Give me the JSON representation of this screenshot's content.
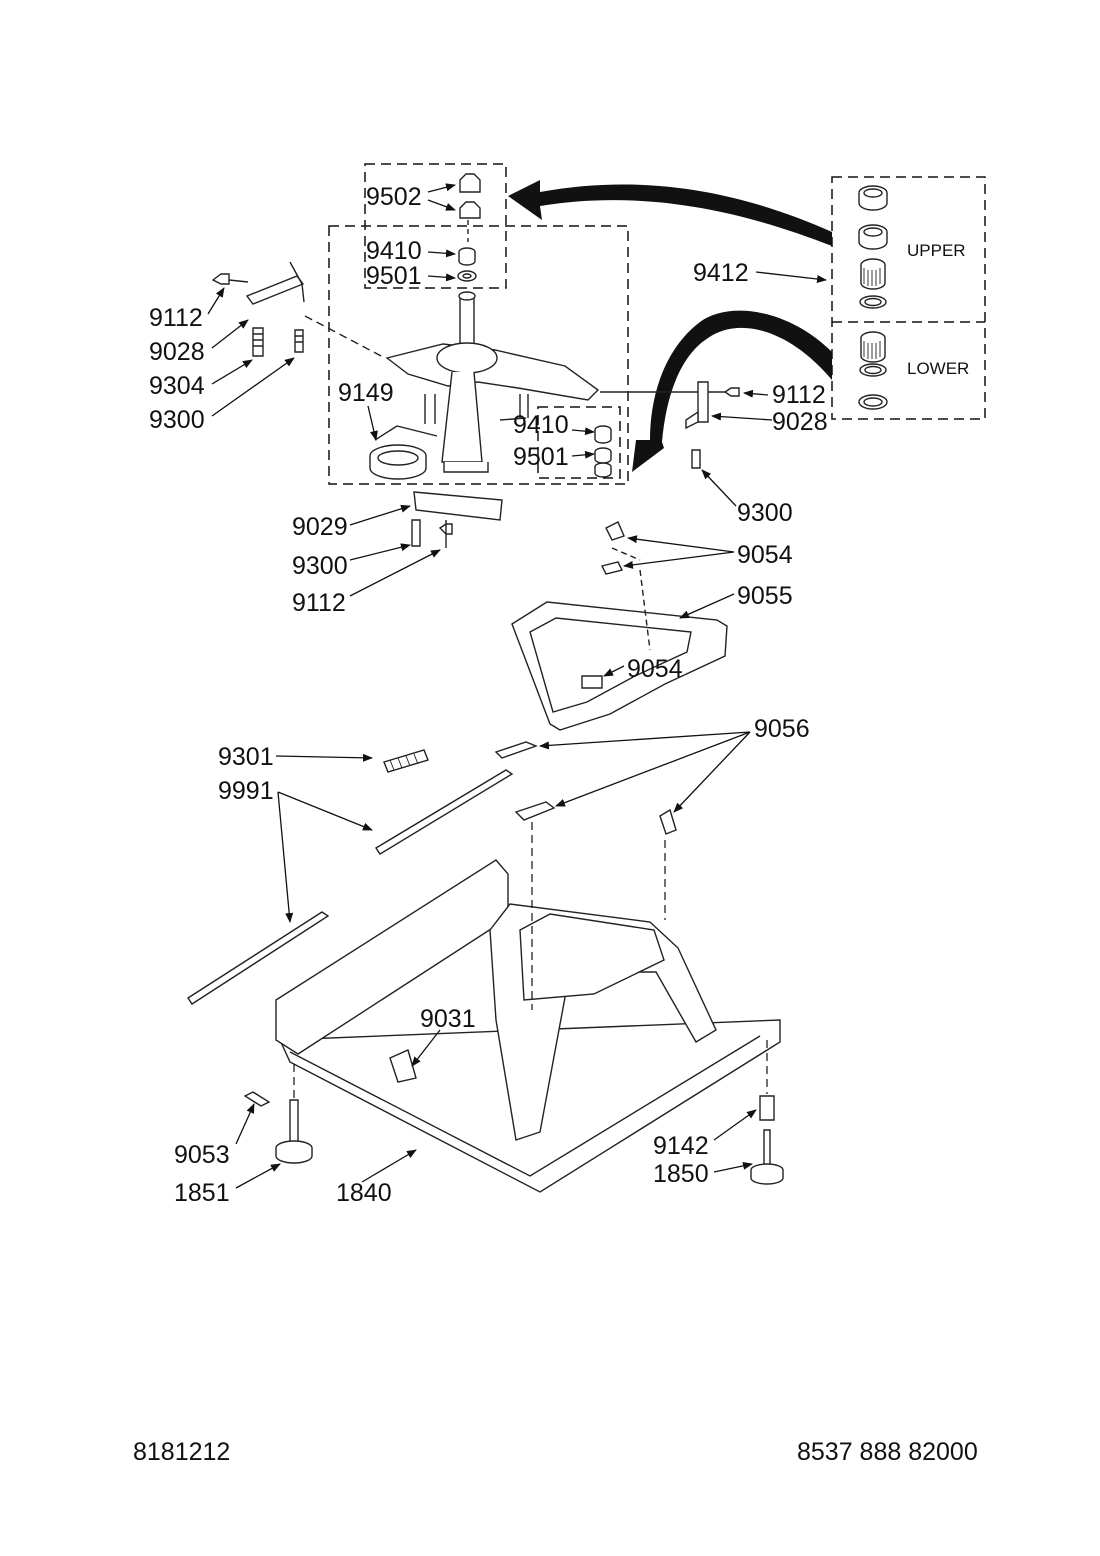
{
  "labels": {
    "p9502": "9502",
    "p9410_top": "9410",
    "p9501_top": "9501",
    "p9412": "9412",
    "upper": "UPPER",
    "lower": "LOWER",
    "p9112_left": "9112",
    "p9028_left": "9028",
    "p9304": "9304",
    "p9300_left": "9300",
    "p9149": "9149",
    "p9410_mid": "9410",
    "p9501_mid": "9501",
    "p9112_right": "9112",
    "p9028_right": "9028",
    "p9300_right": "9300",
    "p9029": "9029",
    "p9300_low": "9300",
    "p9112_low": "9112",
    "p9054_top": "9054",
    "p9055": "9055",
    "p9054_mid": "9054",
    "p9056": "9056",
    "p9301": "9301",
    "p9991": "9991",
    "p9031": "9031",
    "p9053": "9053",
    "p1851": "1851",
    "p1840": "1840",
    "p9142": "9142",
    "p1850": "1850"
  },
  "footer": {
    "left_code": "8181212",
    "right_code": "8537 888 82000"
  }
}
